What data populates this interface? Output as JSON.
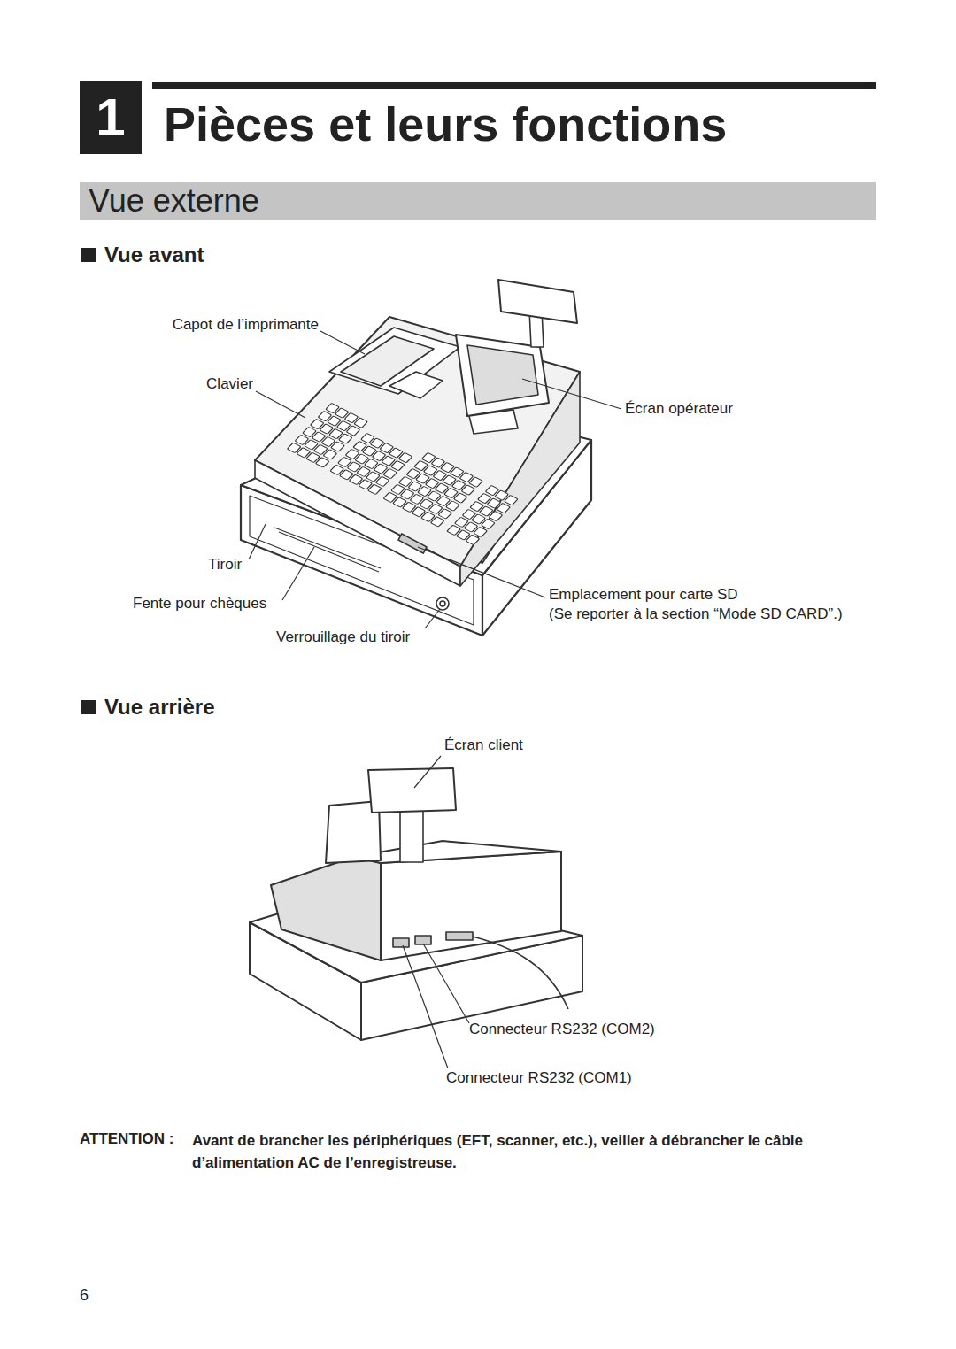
{
  "diagram": {
    "title": "Pièces et leurs fonctions",
    "nodes": [
      {
        "text": [
          "1"
        ]
      },
      {
        "text": [
          "Vue externe"
        ]
      }
    ],
    "labels": [
      "Vue avant",
      "Capot de l’imprimante",
      "Clavier",
      "Écran opérateur",
      "Tiroir",
      "Fente pour chèques",
      "Emplacement pour carte SD",
      "(Se reporter à la section “Mode SD CARD”.)",
      "Verrouillage du tiroir",
      "Vue arrière",
      "Écran client",
      "Connecteur RS232 (COM2)",
      "Connecteur RS232 (COM1)",
      "ATTENTION :",
      "Avant de brancher les périphériques (EFT, scanner, etc.), veiller à débrancher le câble d’alimentation AC de l’enregistreuse.",
      "6"
    ]
  }
}
